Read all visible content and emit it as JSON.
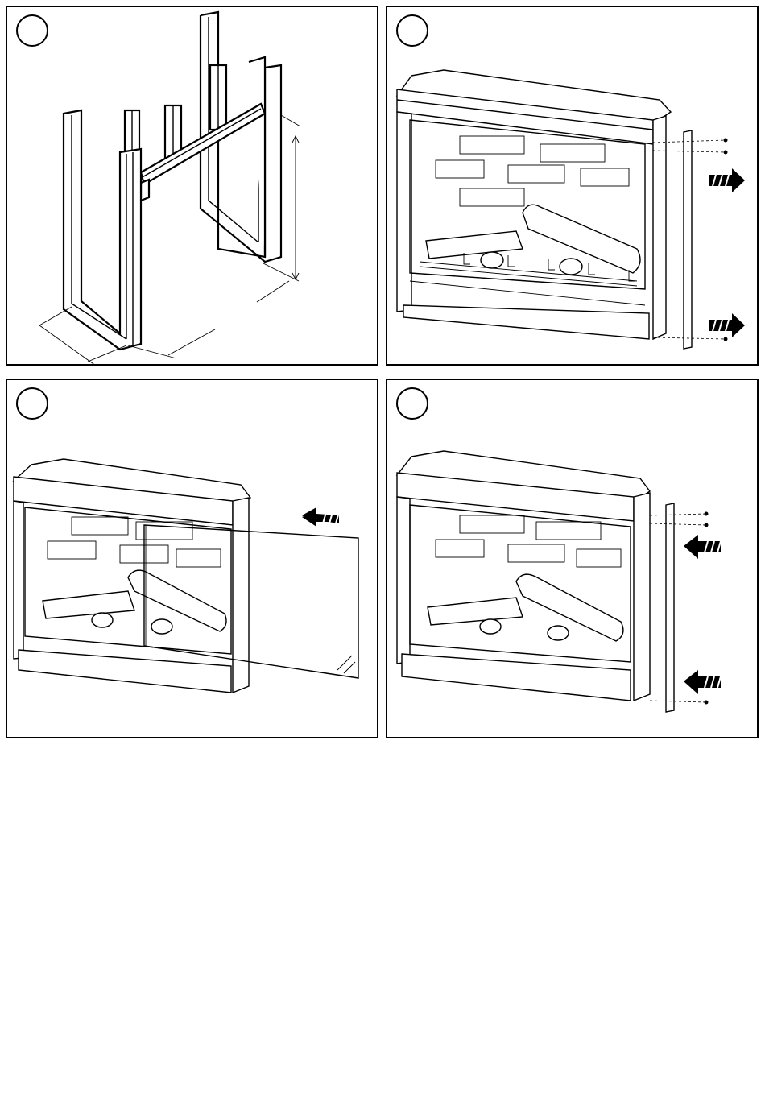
{
  "page": {
    "background": "#ffffff",
    "line_color": "#000000"
  },
  "steps": [
    {
      "number": "",
      "illustration": "framing-assembly"
    },
    {
      "number": "",
      "illustration": "remove-side-trim"
    },
    {
      "number": "",
      "illustration": "insert-glass-panel"
    },
    {
      "number": "",
      "illustration": "reinstall-side-trim"
    }
  ],
  "icons": {
    "step_marker": "circle-outline",
    "motion_arrow": "striped-arrow-icon",
    "screw": "screw-icon"
  }
}
